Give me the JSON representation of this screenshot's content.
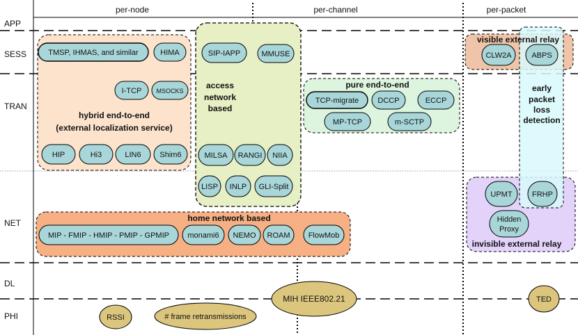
{
  "columns": [
    "per-node",
    "per-channel",
    "per-packet"
  ],
  "layers": [
    "APP",
    "SESS",
    "TRAN",
    "NET",
    "DL",
    "PHI"
  ],
  "groups": {
    "hybrid_line1": "hybrid end-to-end",
    "hybrid_line2": "(external localization service)",
    "access_line1": "access",
    "access_line2": "network",
    "access_line3": "based",
    "pure": "pure end-to-end",
    "home": "home network based",
    "visible": "visible external relay",
    "invisible": "invisible external relay",
    "early_line1": "early",
    "early_line2": "packet",
    "early_line3": "loss",
    "early_line4": "detection"
  },
  "protocols": {
    "tmsp": "TMSP, IHMAS, and similar",
    "hima": "HIMA",
    "itcp": "I-TCP",
    "msocks": "MSOCKS",
    "hip": "HIP",
    "hi3": "Hi3",
    "lin6": "LIN6",
    "shim6": "Shim6",
    "sipiapp": "SIP-IAPP",
    "mmuse": "MMUSE",
    "milsa": "MILSA",
    "rangi": "RANGI",
    "niia": "NIIA",
    "lisp": "LISP",
    "inlp": "INLP",
    "glisplit": "GLI-Split",
    "tcpmigrate": "TCP-migrate",
    "dccp": "DCCP",
    "eccp": "ECCP",
    "mptcp": "MP-TCP",
    "msctp": "m-SCTP",
    "mip": "MIP - FMIP - HMIP - PMIP - GPMIP",
    "monami6": "monami6",
    "nemo": "NEMO",
    "roam": "ROAM",
    "flowmob": "FlowMob",
    "clw2a": "CLW2A",
    "abps": "ABPS",
    "upmt": "UPMT",
    "frhp": "FRHP",
    "hidden_line1": "Hidden",
    "hidden_line2": "Proxy",
    "rssi": "RSSI",
    "frame": "# frame retransmissions",
    "mih": "MIH IEEE802.21",
    "ted": "TED"
  },
  "colors": {
    "pill": "#a9d6d9",
    "orange_light": "#fde3cc",
    "orange_strong": "#f6b084",
    "olive": "#e7efc5",
    "green": "#ddf5de",
    "lavender": "#e3d3fa",
    "cyan": "#d9f9fb",
    "tan": "#dcc67e",
    "visible_relay": "#efc4a8"
  }
}
